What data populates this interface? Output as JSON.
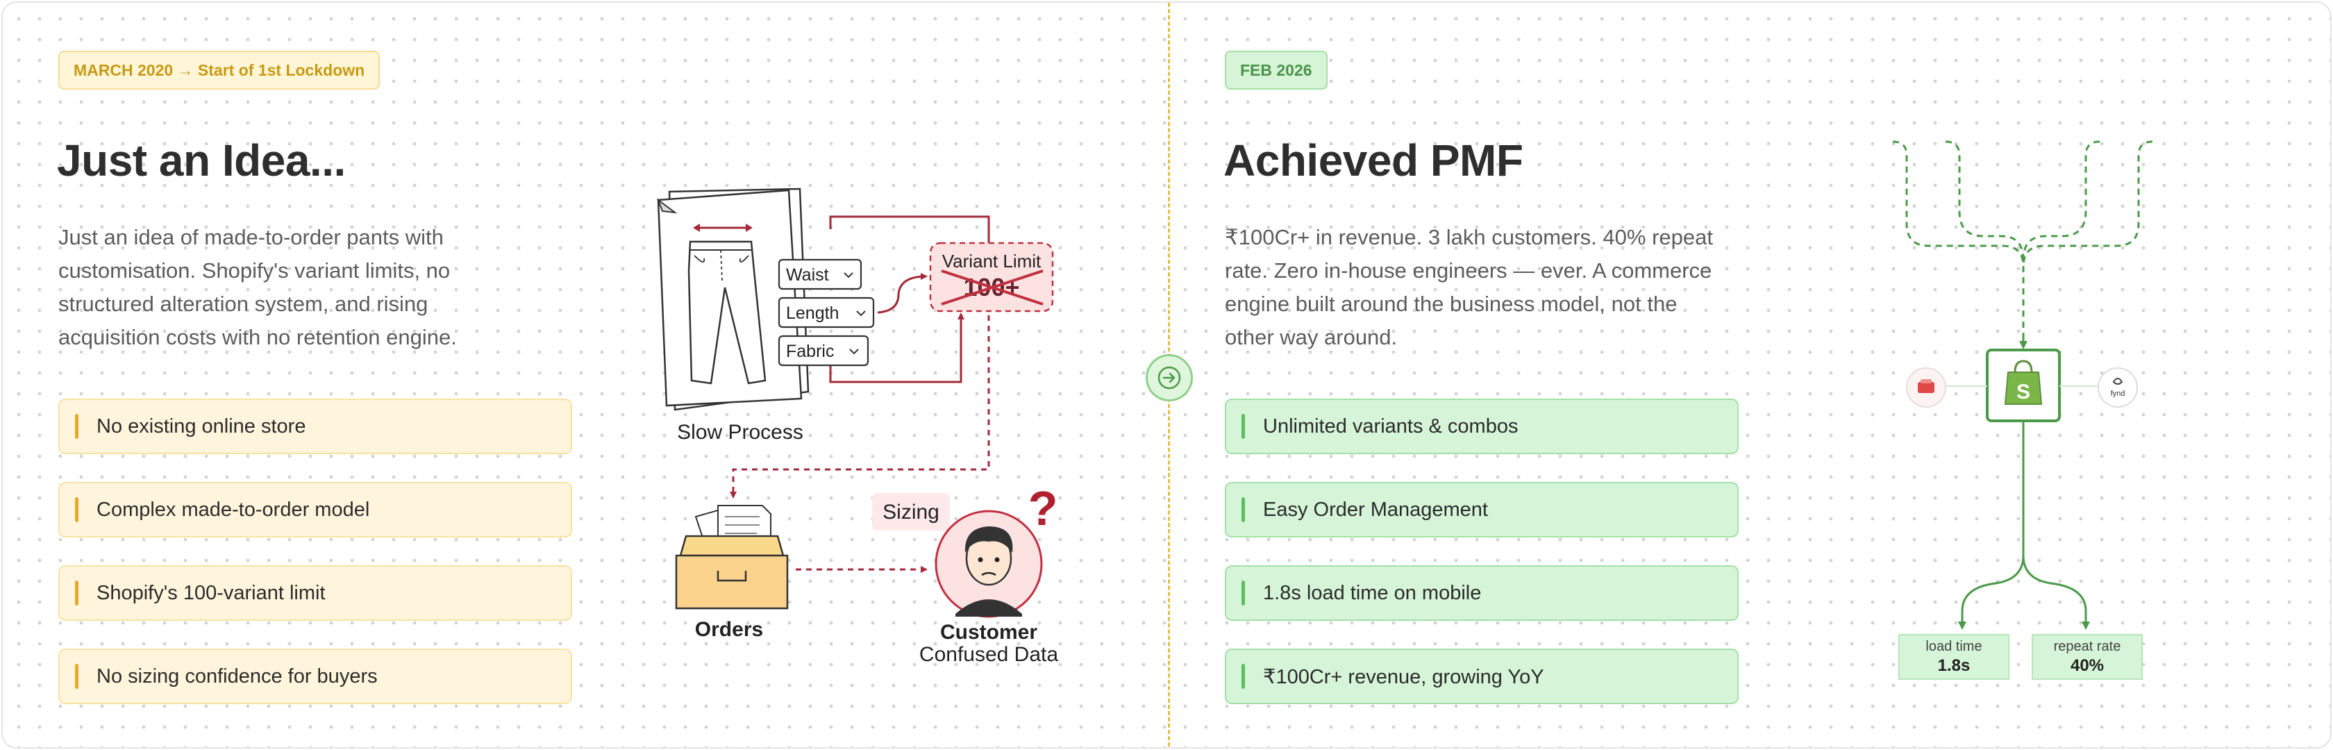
{
  "left": {
    "tag": "MARCH 2020 → Start of 1st Lockdown",
    "title": "Just an Idea...",
    "description": "Just an idea of made-to-order pants with customisation. Shopify's variant limits, no structured alteration system, and rising acquisition costs with no retention engine.",
    "cards": [
      "No existing online store",
      "Complex made-to-order model",
      "Shopify's 100-variant limit",
      "No sizing confidence for buyers"
    ],
    "illustration": {
      "options": [
        "Waist",
        "Length",
        "Fabric"
      ],
      "variant_limit_label": "Variant Limit",
      "variant_limit_value": "100+",
      "process_label": "Slow Process",
      "orders_label": "Orders",
      "sizing_label": "Sizing",
      "customer_label": "Customer",
      "customer_sublabel": "Confused Data"
    }
  },
  "right": {
    "tag": "FEB 2026",
    "title": "Achieved PMF",
    "description": "₹100Cr+ in revenue. 3 lakh customers. 40% repeat rate. Zero in-house engineers — ever. A commerce engine built around the business model, not the other way around.",
    "cards": [
      "Unlimited variants & combos",
      "Easy Order Management",
      "1.8s load time on mobile",
      "₹100Cr+ revenue, growing YoY"
    ],
    "diagram": {
      "integration_label": "fynd",
      "metrics": [
        {
          "label": "load time",
          "value": "1.8s"
        },
        {
          "label": "repeat rate",
          "value": "40%"
        }
      ]
    }
  },
  "colors": {
    "accent_yellow": "#e8a92a",
    "accent_green": "#5bbe62",
    "problem_red": "#a42a3a",
    "shopify_green": "#5e8e3e"
  }
}
